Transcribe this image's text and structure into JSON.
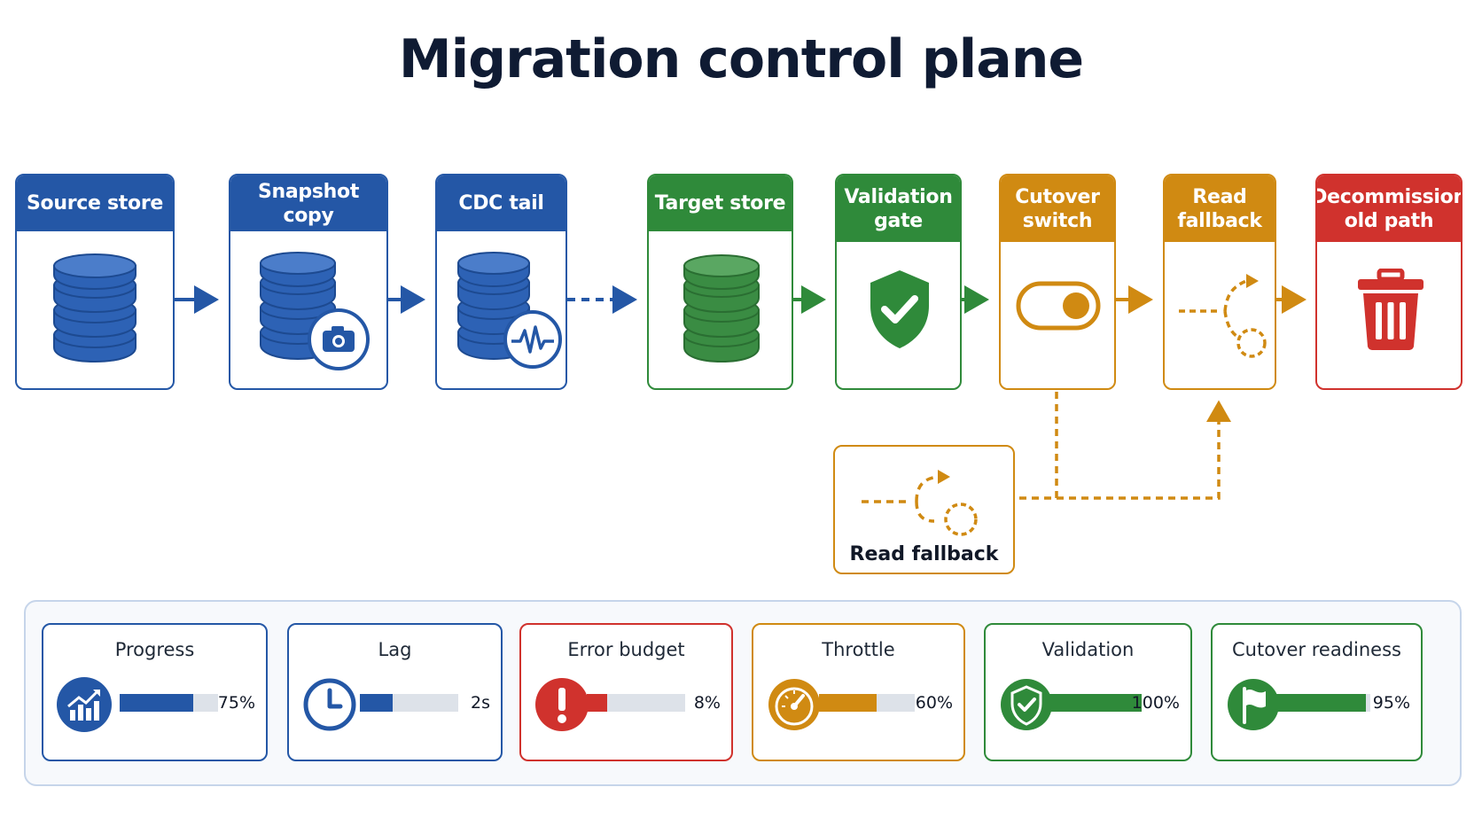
{
  "title": "Migration control plane",
  "stages": [
    {
      "id": "source",
      "label": "Source store",
      "icon": "database-icon",
      "color": "#2457a6"
    },
    {
      "id": "snapshot",
      "label": "Snapshot copy",
      "icon": "database-camera-icon",
      "color": "#2457a6"
    },
    {
      "id": "cdc",
      "label": "CDC tail",
      "icon": "database-pulse-icon",
      "color": "#2457a6"
    },
    {
      "id": "target",
      "label": "Target store",
      "icon": "database-icon",
      "color": "#2f8a3a"
    },
    {
      "id": "validation",
      "label": "Validation gate",
      "icon": "shield-check-icon",
      "color": "#2f8a3a"
    },
    {
      "id": "cutover",
      "label": "Cutover switch",
      "icon": "toggle-icon",
      "color": "#d08a12"
    },
    {
      "id": "readfallback",
      "label": "Read fallback",
      "icon": "fallback-path-icon",
      "color": "#d08a12"
    },
    {
      "id": "decommission",
      "label": "Decommission old path",
      "icon": "trash-icon",
      "color": "#d0322d"
    }
  ],
  "fallback_card": {
    "label": "Read fallback",
    "icon": "fallback-path-icon",
    "color": "#d08a12"
  },
  "metrics": [
    {
      "title": "Progress",
      "value": "75%",
      "level": 0.75,
      "icon": "chart-growth-icon",
      "color": "#2457a6"
    },
    {
      "title": "Lag",
      "value": "2s",
      "level": 0.33,
      "icon": "clock-icon",
      "color": "#2457a6"
    },
    {
      "title": "Error budget",
      "value": "8%",
      "level": 0.21,
      "icon": "exclamation-icon",
      "color": "#d0322d"
    },
    {
      "title": "Throttle",
      "value": "60%",
      "level": 0.6,
      "icon": "gauge-icon",
      "color": "#d08a12"
    },
    {
      "title": "Validation",
      "value": "100%",
      "level": 1.0,
      "icon": "shield-check-icon",
      "color": "#2f8a3a"
    },
    {
      "title": "Cutover readiness",
      "value": "95%",
      "level": 0.95,
      "icon": "flag-icon",
      "color": "#2f8a3a"
    }
  ]
}
